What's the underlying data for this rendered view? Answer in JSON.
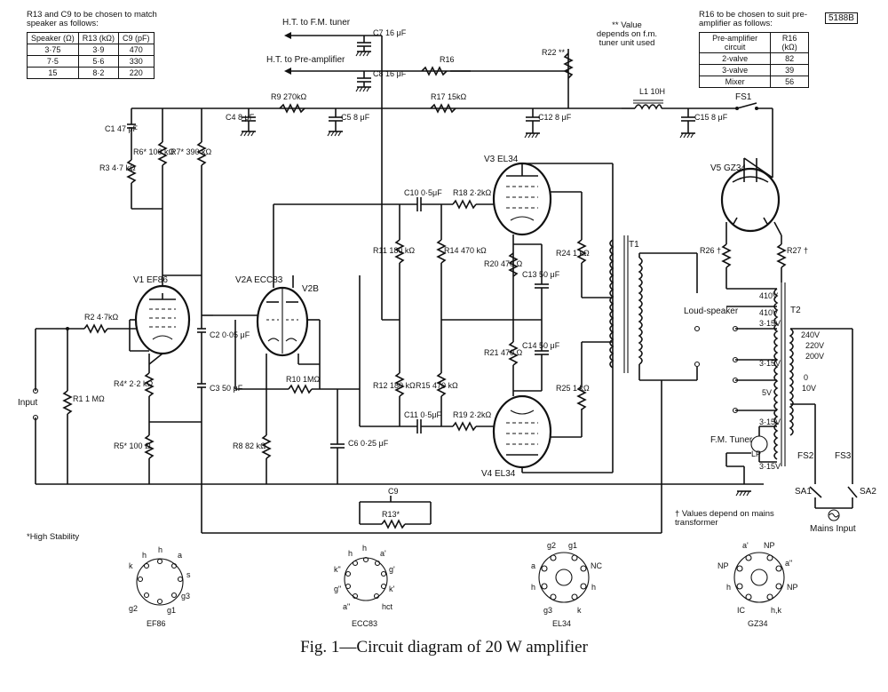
{
  "figure_number": "5188B",
  "caption": "Fig. 1—Circuit diagram of 20 W amplifier",
  "table_left": {
    "title": "R13 and C9 to be chosen to match speaker as follows:",
    "headers": [
      "Speaker (Ω)",
      "R13 (kΩ)",
      "C9 (pF)"
    ],
    "rows": [
      [
        "3·75",
        "3·9",
        "470"
      ],
      [
        "7·5",
        "5·6",
        "330"
      ],
      [
        "15",
        "8·2",
        "220"
      ]
    ]
  },
  "table_right": {
    "title": "R16 to be chosen to suit pre-amplifier as follows:",
    "headers": [
      "Pre-amplifier circuit",
      "R16 (kΩ)"
    ],
    "rows": [
      [
        "2-valve",
        "82"
      ],
      [
        "3-valve",
        "39"
      ],
      [
        "Mixer",
        "56"
      ]
    ]
  },
  "notes": {
    "tuner_note": "** Value depends on f.m. tuner unit used",
    "high_stability": "*High Stability",
    "transformer_note": "† Values depend on mains transformer"
  },
  "labels": {
    "ht_tuner": "H.T. to F.M. tuner",
    "ht_preamp": "H.T. to Pre-amplifier",
    "input": "Input",
    "loudspeaker": "Loud-speaker",
    "fm_tuner": "F.M. Tuner",
    "mains_input": "Mains Input",
    "lp": "LP",
    "t1": "T1",
    "t2": "T2",
    "fs1": "FS1",
    "fs2": "FS2",
    "fs3": "FS3",
    "sa1": "SA1",
    "sa2": "SA2"
  },
  "valves": {
    "v1": "V1 EF86",
    "v2a": "V2A ECC83",
    "v2b": "V2B",
    "v3": "V3 EL34",
    "v4": "V4 EL34",
    "v5": "V5 GZ34"
  },
  "components": {
    "r2": "R2 4·7kΩ",
    "r1": "R1 1 MΩ",
    "r3": "R3 4·7 kΩ",
    "r6": "R6* 100 kΩ",
    "r7": "R7* 390 kΩ",
    "r4": "R4* 2·2 kΩ",
    "r5": "R5* 100 Ω",
    "r8": "R8 82 kΩ",
    "r9": "R9 270kΩ",
    "r10": "R10 1MΩ",
    "r11": "R11 180 kΩ",
    "r12": "R12 180 kΩ",
    "r13": "R13*",
    "r14": "R14 470 kΩ",
    "r15": "R15 470 kΩ",
    "r16": "R16",
    "r17": "R17 15kΩ",
    "r18": "R18 2·2kΩ",
    "r19": "R19 2·2kΩ",
    "r20": "R20 470 Ω",
    "r21": "R21 470 Ω",
    "r22": "R22 **",
    "r24": "R24 1 kΩ",
    "r25": "R25 1 kΩ",
    "r26": "R26 †",
    "r27": "R27 †",
    "c1": "C1 47 pF",
    "c2": "C2 0·05 μF",
    "c3": "C3 50 μF",
    "c4": "C4 8 μF",
    "c5": "C5 8 μF",
    "c6": "C6 0·25 μF",
    "c7": "C7 16 μF",
    "c8": "C8 16 μF",
    "c9": "C9",
    "c10": "C10 0·5μF",
    "c11": "C11 0·5μF",
    "c12": "C12 8 μF",
    "c13": "C13 50 μF",
    "c14": "C14 50 μF",
    "c15": "C15 8 μF",
    "l1": "L1 10H"
  },
  "t2_taps": [
    "410V",
    "410V",
    "3·15V",
    "3·15V",
    "5V",
    "3·15V",
    "3·15V",
    "240V",
    "220V",
    "200V",
    "10V",
    "0"
  ],
  "bases": {
    "ef86": {
      "name": "EF86",
      "pins": [
        "h",
        "h",
        "a",
        "s",
        "g3",
        "g1",
        "g2",
        "k"
      ]
    },
    "ecc83": {
      "name": "ECC83",
      "pins": [
        "h",
        "h",
        "a'",
        "g'",
        "k'",
        "hct",
        "a\"",
        "g\"",
        "k\""
      ]
    },
    "el34": {
      "name": "EL34",
      "pins": [
        "g2",
        "g1",
        "NC",
        "h",
        "k",
        "g3",
        "h",
        "a"
      ]
    },
    "gz34": {
      "name": "GZ34",
      "pins": [
        "a'",
        "NP",
        "a\"",
        "NP",
        "h,k",
        "IC",
        "h",
        "NP"
      ]
    }
  }
}
